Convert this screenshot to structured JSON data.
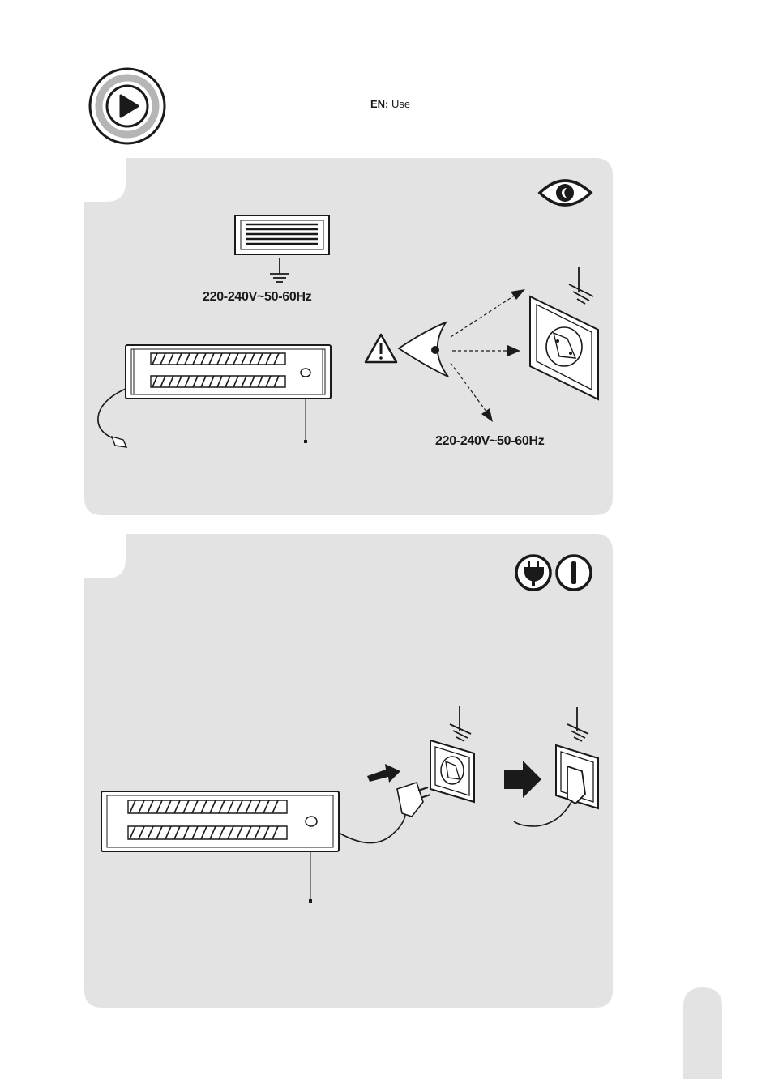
{
  "header": {
    "language_code": "EN:",
    "section_title": "Use",
    "play_icon": "play-circle-icon"
  },
  "panel_inspection": {
    "eye_icon": "eye-icon",
    "warning_icon": "warning-triangle-icon",
    "voltage_label_heater": "220-240V~50-60Hz",
    "voltage_label_socket": "220-240V~50-60Hz"
  },
  "panel_connect": {
    "plug_icon": "plug-icon",
    "power_icon": "power-on-icon"
  },
  "colors": {
    "panel_bg": "#e3e3e3",
    "ink": "#1a1a1a",
    "ring_gray": "#b5b5b5"
  }
}
